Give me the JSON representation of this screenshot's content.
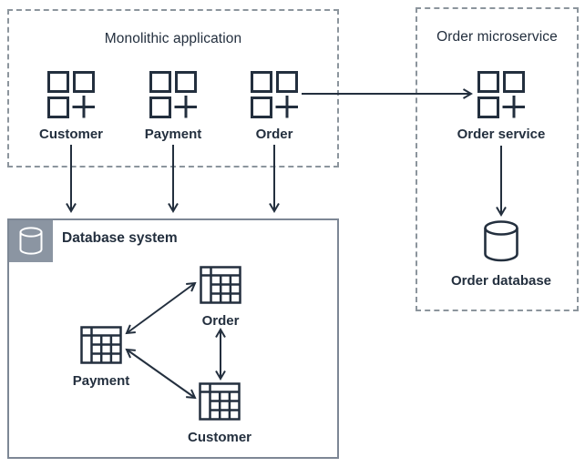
{
  "colors": {
    "ink": "#232f3e",
    "dash_border": "#8c959d",
    "db_border": "#7d8795",
    "badge_bg": "#8b95a2",
    "background": "#ffffff"
  },
  "monolith": {
    "title": "Monolithic application",
    "modules": [
      {
        "label": "Customer"
      },
      {
        "label": "Payment"
      },
      {
        "label": "Order"
      }
    ]
  },
  "microservice": {
    "title": "Order microservice",
    "service": {
      "label": "Order service"
    },
    "database": {
      "label": "Order database"
    }
  },
  "database_system": {
    "title": "Database system",
    "tables": [
      {
        "label": "Order"
      },
      {
        "label": "Payment"
      },
      {
        "label": "Customer"
      }
    ]
  }
}
